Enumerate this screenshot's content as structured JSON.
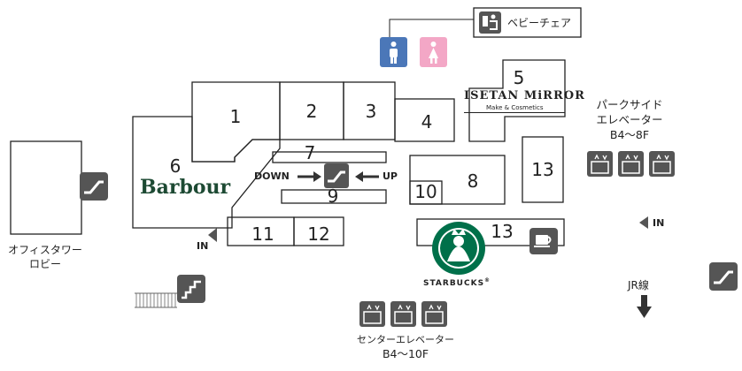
{
  "shops": [
    {
      "number": "1"
    },
    {
      "number": "2"
    },
    {
      "number": "3"
    },
    {
      "number": "4"
    },
    {
      "number": "5",
      "brand": "ISETAN MiRROR",
      "sub": "Make & Cosmetics"
    },
    {
      "number": "6",
      "brand": "Barbour"
    },
    {
      "number": "7"
    },
    {
      "number": "8"
    },
    {
      "number": "9"
    },
    {
      "number": "10"
    },
    {
      "number": "11"
    },
    {
      "number": "12"
    },
    {
      "number": "13"
    },
    {
      "number": "13",
      "brand": "STARBUCKS"
    }
  ],
  "labels": {
    "baby_chair": "ベビーチェア",
    "office_tower": "オフィスタワー",
    "lobby": "ロビー",
    "park_side_1": "パークサイド",
    "park_side_2": "エレベーター",
    "park_side_3": "B4～8F",
    "center_1": "センターエレベーター",
    "center_2": "B4～10F",
    "jr": "JR線",
    "in_left": "IN",
    "in_right": "IN",
    "down": "DOWN",
    "up": "UP",
    "starbucks_mark": "®"
  },
  "colors": {
    "outline": "#222222",
    "icon_gray": "#555555",
    "male_blue": "#4b77b8",
    "female_pink": "#f3a7c6",
    "barbour_green": "#1d4a33",
    "starbucks_green": "#00704a"
  },
  "icons": [
    "escalator-icon",
    "stairs-icon",
    "elevator-icon",
    "restroom-male-icon",
    "restroom-female-icon",
    "baby-chair-icon",
    "coffee-cup-icon"
  ]
}
